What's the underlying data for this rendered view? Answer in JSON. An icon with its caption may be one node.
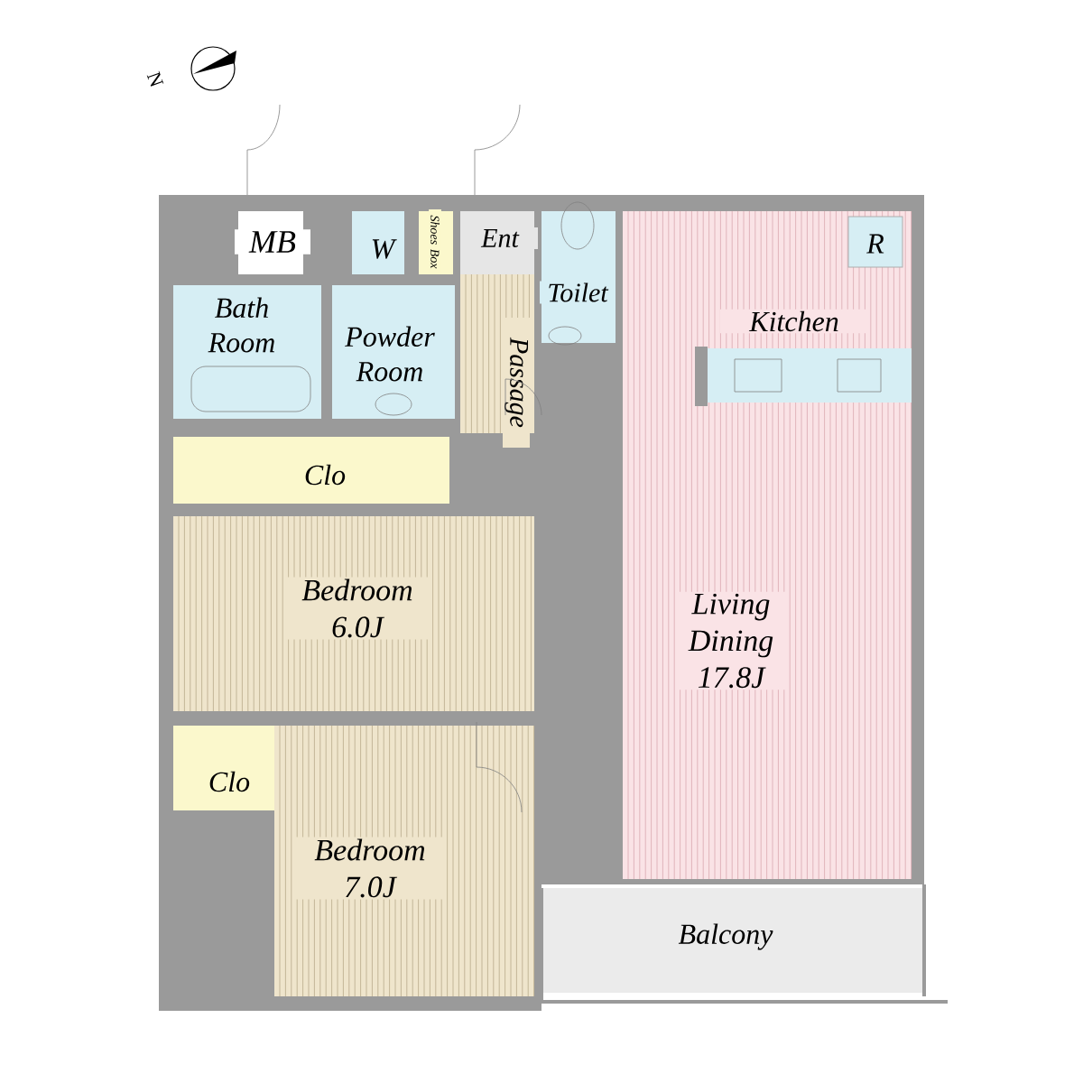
{
  "diagram": {
    "nodes": [
      {
        "text": [
          "MB"
        ]
      },
      {
        "text": [
          "W"
        ]
      },
      {
        "text": [
          "Shoes Box"
        ]
      },
      {
        "text": [
          "Ent"
        ]
      },
      {
        "text": [
          "Toilet"
        ]
      },
      {
        "text": [
          "Bath Room"
        ]
      },
      {
        "text": [
          "Powder Room"
        ]
      },
      {
        "text": [
          "Passage"
        ]
      },
      {
        "text": [
          "Kitchen",
          "Living Dining 17.8J"
        ]
      },
      {
        "text": [
          "R"
        ],
        "in": 8
      },
      {
        "text": [
          "Clo"
        ]
      },
      {
        "text": [
          "Bedroom 6.0J"
        ]
      },
      {
        "text": [
          "Clo"
        ]
      },
      {
        "text": [
          "Bedroom 7.0J"
        ]
      },
      {
        "text": [
          "Balcony"
        ]
      }
    ],
    "labels": [
      "N"
    ]
  }
}
